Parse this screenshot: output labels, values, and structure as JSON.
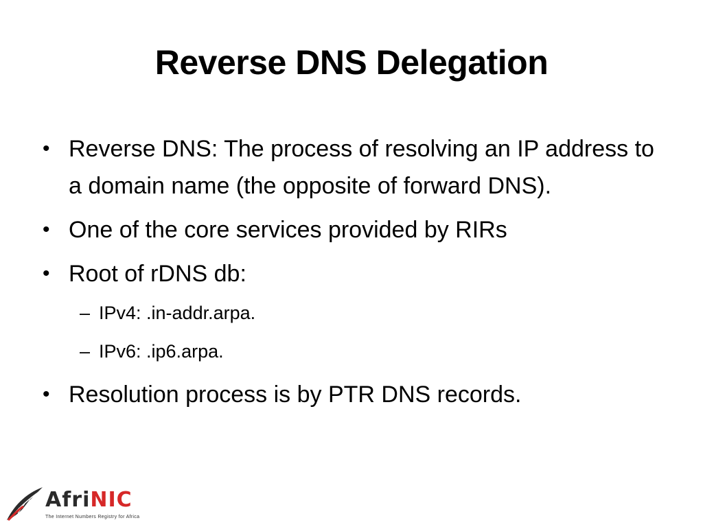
{
  "slide": {
    "title": "Reverse DNS Delegation",
    "bullets": [
      "Reverse DNS: The process of resolving an IP address to a domain name (the opposite of forward DNS).",
      "One of the core services provided by RIRs",
      "Root of rDNS db:"
    ],
    "sub_bullets": [
      "IPv4: .in-addr.arpa.",
      "IPv6: .ip6.arpa."
    ],
    "last_bullet": "Resolution process is by PTR DNS records.",
    "bullet_symbol": "•",
    "sub_bullet_symbol": "–"
  },
  "logo": {
    "word_part1": "Afri",
    "word_part2": "NIC",
    "tagline": "The Internet Numbers Registry for Africa",
    "brand_red": "#d62828",
    "brand_dark": "#2b2b2b"
  }
}
